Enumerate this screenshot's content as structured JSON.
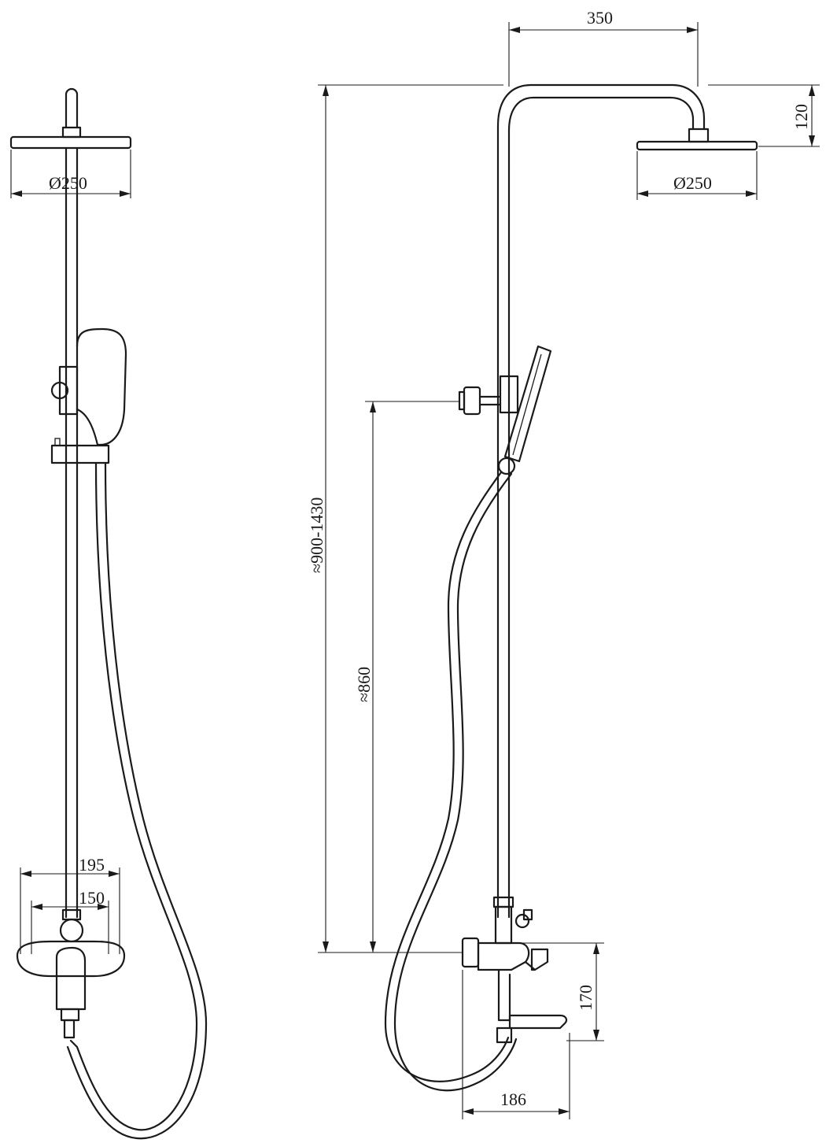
{
  "dimensions": {
    "front_head_diameter": "Ø250",
    "front_mixer_width_outer": "195",
    "front_mixer_width_inner": "150",
    "side_arm_reach": "350",
    "side_head_drop": "120",
    "side_head_diameter": "Ø250",
    "side_total_height": "≈900-1430",
    "side_holder_height": "≈860",
    "side_mixer_height": "170",
    "side_mixer_depth": "186"
  },
  "colors": {
    "stroke": "#1a1a1a",
    "background": "#ffffff"
  }
}
